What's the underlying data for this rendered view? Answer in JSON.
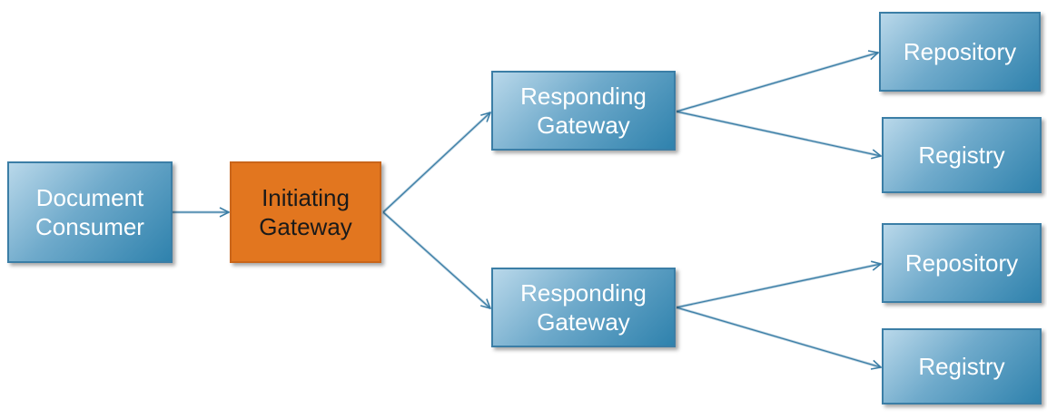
{
  "colors": {
    "box_blue_light": "#b9d8ea",
    "box_blue_dark": "#2f82ad",
    "box_border": "#3b7ea6",
    "initiating_orange": "#e2761f",
    "connector": "#3b7ea6"
  },
  "nodes": {
    "document_consumer": "Document\nConsumer",
    "initiating_gateway": "Initiating\nGateway",
    "responding_gateway_top": "Responding\nGateway",
    "responding_gateway_bottom": "Responding\nGateway",
    "repository_top": "Repository",
    "registry_top": "Registry",
    "repository_bottom": "Repository",
    "registry_bottom": "Registry"
  }
}
